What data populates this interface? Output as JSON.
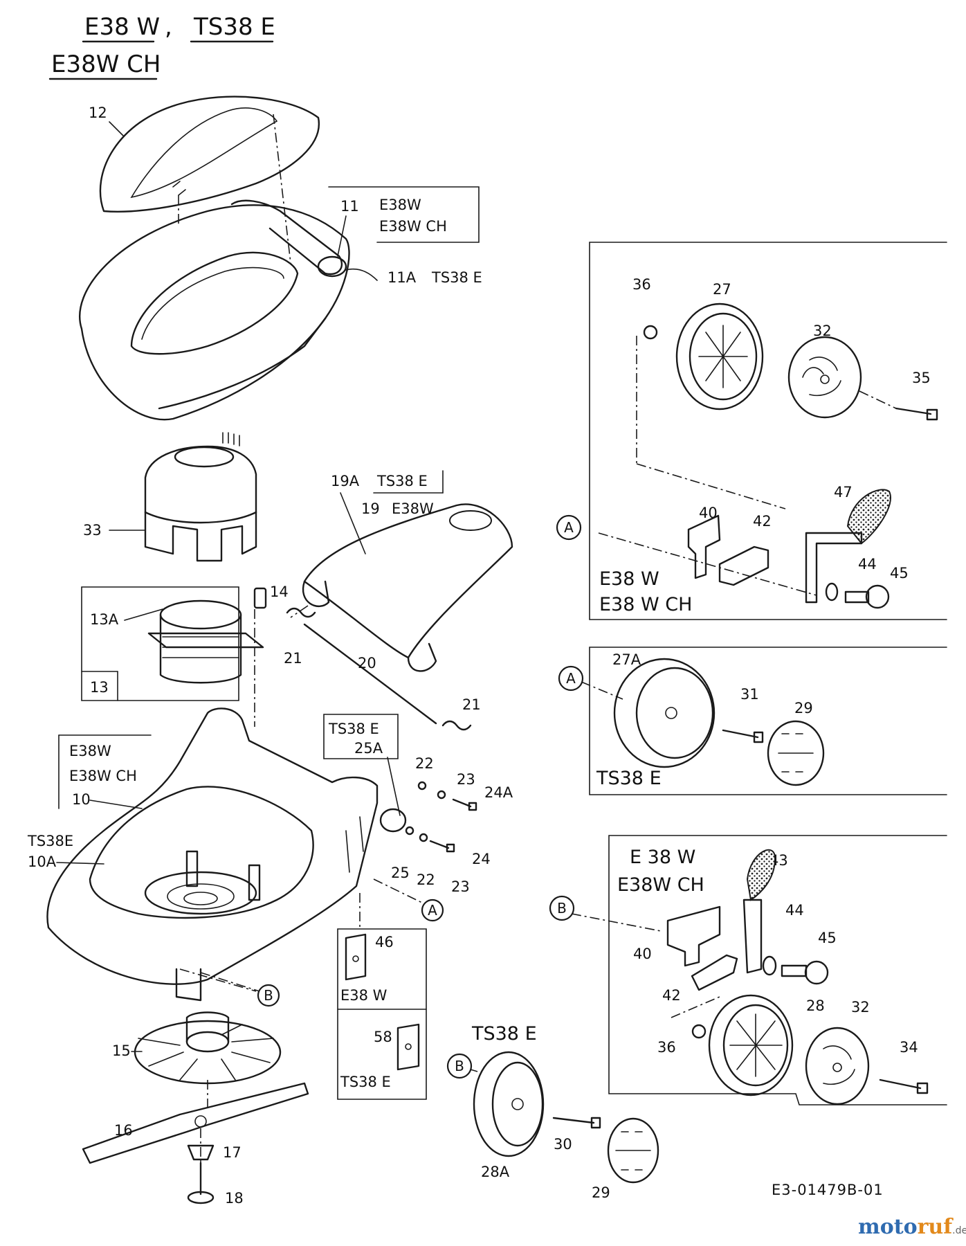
{
  "titles": {
    "line1_a": "E38 W",
    "line1_sep": ",",
    "line1_b": "TS38 E",
    "line2": "E38W CH"
  },
  "parts": {
    "p10": "10",
    "p10A": "10A",
    "p11": "11",
    "p11A": "11A",
    "p12": "12",
    "p13": "13",
    "p13A": "13A",
    "p14": "14",
    "p15": "15",
    "p16": "16",
    "p17": "17",
    "p18": "18",
    "p19": "19",
    "p19A": "19A",
    "p20": "20",
    "p21a": "21",
    "p21b": "21",
    "p22a": "22",
    "p22b": "22",
    "p23a": "23",
    "p23b": "23",
    "p24": "24",
    "p24A": "24A",
    "p25": "25",
    "p25A": "25A",
    "p27": "27",
    "p27A": "27A",
    "p28": "28",
    "p28A": "28A",
    "p29a": "29",
    "p29b": "29",
    "p30": "30",
    "p31": "31",
    "p32a": "32",
    "p32b": "32",
    "p33": "33",
    "p34": "34",
    "p35": "35",
    "p36a": "36",
    "p36b": "36",
    "p40a": "40",
    "p40b": "40",
    "p42a": "42",
    "p42b": "42",
    "p43": "43",
    "p44a": "44",
    "p44b": "44",
    "p45a": "45",
    "p45b": "45",
    "p46": "46",
    "p47": "47",
    "p58": "58"
  },
  "models": {
    "hood_box_1": "E38W",
    "hood_box_2": "E38W CH",
    "hood_ts": "TS38 E",
    "cover_ts": "TS38 E",
    "cover_w": "E38W",
    "deck_box_1": "E38W",
    "deck_box_2": "E38W CH",
    "deck_ts": "TS38E",
    "knob_ts": "TS38 E",
    "clip46_model": "E38 W",
    "clip58_model": "TS38 E",
    "panelA_1": "E38 W",
    "panelA_2": "E38 W CH",
    "panelA2": "TS38 E",
    "panelB_1": "E 38 W",
    "panelB_2": "E38W CH",
    "wheelB_ts": "TS38 E"
  },
  "callouts": {
    "a1": "A",
    "a2": "A",
    "a3": "A",
    "b1": "B",
    "b2": "B",
    "b3": "B"
  },
  "drawing_code": "E3-01479B-01",
  "watermark": {
    "part1": "moto",
    "part2": "ruf",
    "suffix": ".de"
  }
}
